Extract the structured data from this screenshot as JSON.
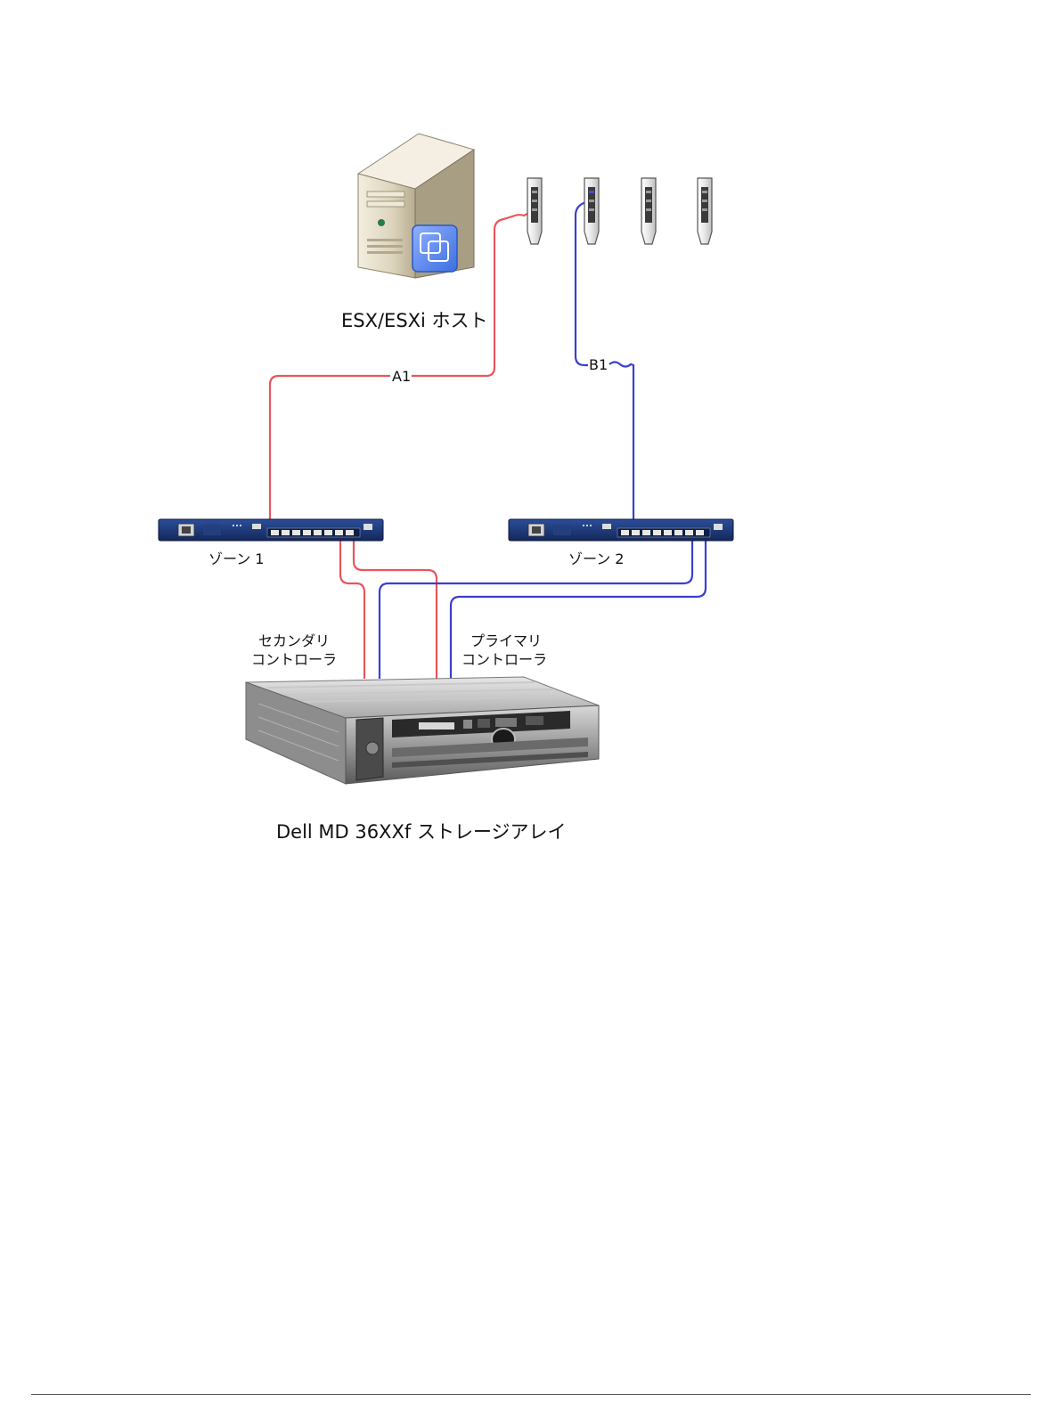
{
  "diagram": {
    "host_label": "ESX/ESXi ホスト",
    "cable_a_label": "A1",
    "cable_b_label": "B1",
    "switch_1_label": "ゾーン 1",
    "switch_2_label": "ゾーン 2",
    "secondary_controller_label_line1": "セカンダリ",
    "secondary_controller_label_line2": "コントローラ",
    "primary_controller_label_line1": "プライマリ",
    "primary_controller_label_line2": "コントローラ",
    "storage_label": "Dell MD 36XXf ストレージアレイ"
  },
  "colors": {
    "red_cable": "#e8565c",
    "blue_cable": "#3a3fd0",
    "switch_body": "#1c3a78",
    "server_beige": "#d9d0b8"
  },
  "icons": {
    "host": "server-tower-icon",
    "hba": "hba-card-icon",
    "switch": "fc-switch-icon",
    "storage": "storage-array-icon"
  }
}
